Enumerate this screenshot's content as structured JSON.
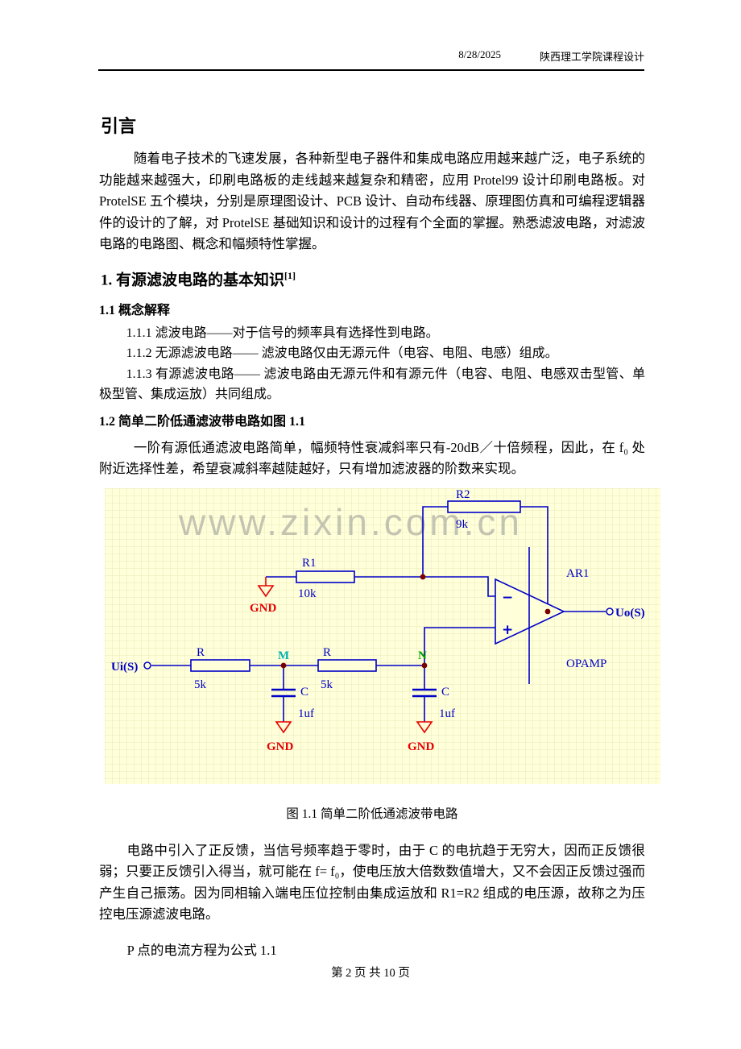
{
  "header": {
    "date": "8/28/2025",
    "institution": "陕西理工学院课程设计"
  },
  "intro": {
    "title": "引言",
    "body": "随着电子技术的飞速发展，各种新型电子器件和集成电路应用越来越广泛，电子系统的功能越来越强大，印刷电路板的走线越来越复杂和精密，应用 Protel99 设计印刷电路板。对 ProtelSE 五个模块，分别是原理图设计、PCB 设计、自动布线器、原理图仿真和可编程逻辑器件的设计的了解，对 ProtelSE 基础知识和设计的过程有个全面的掌握。熟悉滤波电路，对滤波电路的电路图、概念和幅频特性掌握。"
  },
  "section1": {
    "title": "1. 有源滤波电路的基本知识",
    "title_sup": "[1]",
    "sub1": {
      "title": "1.1 概念解释",
      "items": [
        "1.1.1 滤波电路——对于信号的频率具有选择性到电路。",
        "1.1.2 无源滤波电路—— 滤波电路仅由无源元件（电容、电阻、电感）组成。",
        "1.1.3 有源滤波电路—— 滤波电路由无源元件和有源元件（电容、电阻、电感双击型管、单极型管、集成运放）共同组成。"
      ]
    },
    "sub2": {
      "title": "1.2 简单二阶低通滤波带电路如图 1.1",
      "para": "一阶有源低通滤波电路简单，幅频特性衰减斜率只有-20dB／十倍频程，因此，在 f₀ 处附近选择性差，希望衰减斜率越陡越好，只有增加滤波器的阶数来实现。"
    }
  },
  "figure": {
    "caption": "图 1.1 简单二阶低通滤波带电路",
    "watermark": "www.zixin.com.cn",
    "colors": {
      "wire": "#0000c8",
      "ground": "#e80000",
      "junction": "#7a0000",
      "node_m": "#00b3b3",
      "node_n": "#00a000",
      "grid_background": "#ffffda",
      "grid_line": "#e8e8bb"
    },
    "labels": {
      "r2": "R2",
      "r2_value": "9k",
      "r1": "R1",
      "r1_value": "10k",
      "gnd1": "GND",
      "gnd2": "GND",
      "gnd3": "GND",
      "ar1": "AR1",
      "opamp": "OPAMP",
      "uo": "Uo(S)",
      "ui": "Ui(S)",
      "ra": "R",
      "ra_value": "5k",
      "rb": "R",
      "rb_value": "5k",
      "node_m": "M",
      "node_n": "N",
      "c1": "C",
      "c1_value": "1uf",
      "c2": "C",
      "c2_value": "1uf",
      "minus": "−",
      "plus": "+"
    }
  },
  "after": {
    "para1": "电路中引入了正反馈，当信号频率趋于零时，由于 C 的电抗趋于无穷大，因而正反馈很弱；只要正反馈引入得当，就可能在 f= f₀，使电压放大倍数数值增大，又不会因正反馈过强而产生自己振荡。因为同相输入端电压位控制由集成运放和 R1=R2 组成的电压源，故称之为压控电压源滤波电路。",
    "para2": "P 点的电流方程为公式 1.1"
  },
  "footer": {
    "page_info": "第 2 页 共 10 页"
  }
}
